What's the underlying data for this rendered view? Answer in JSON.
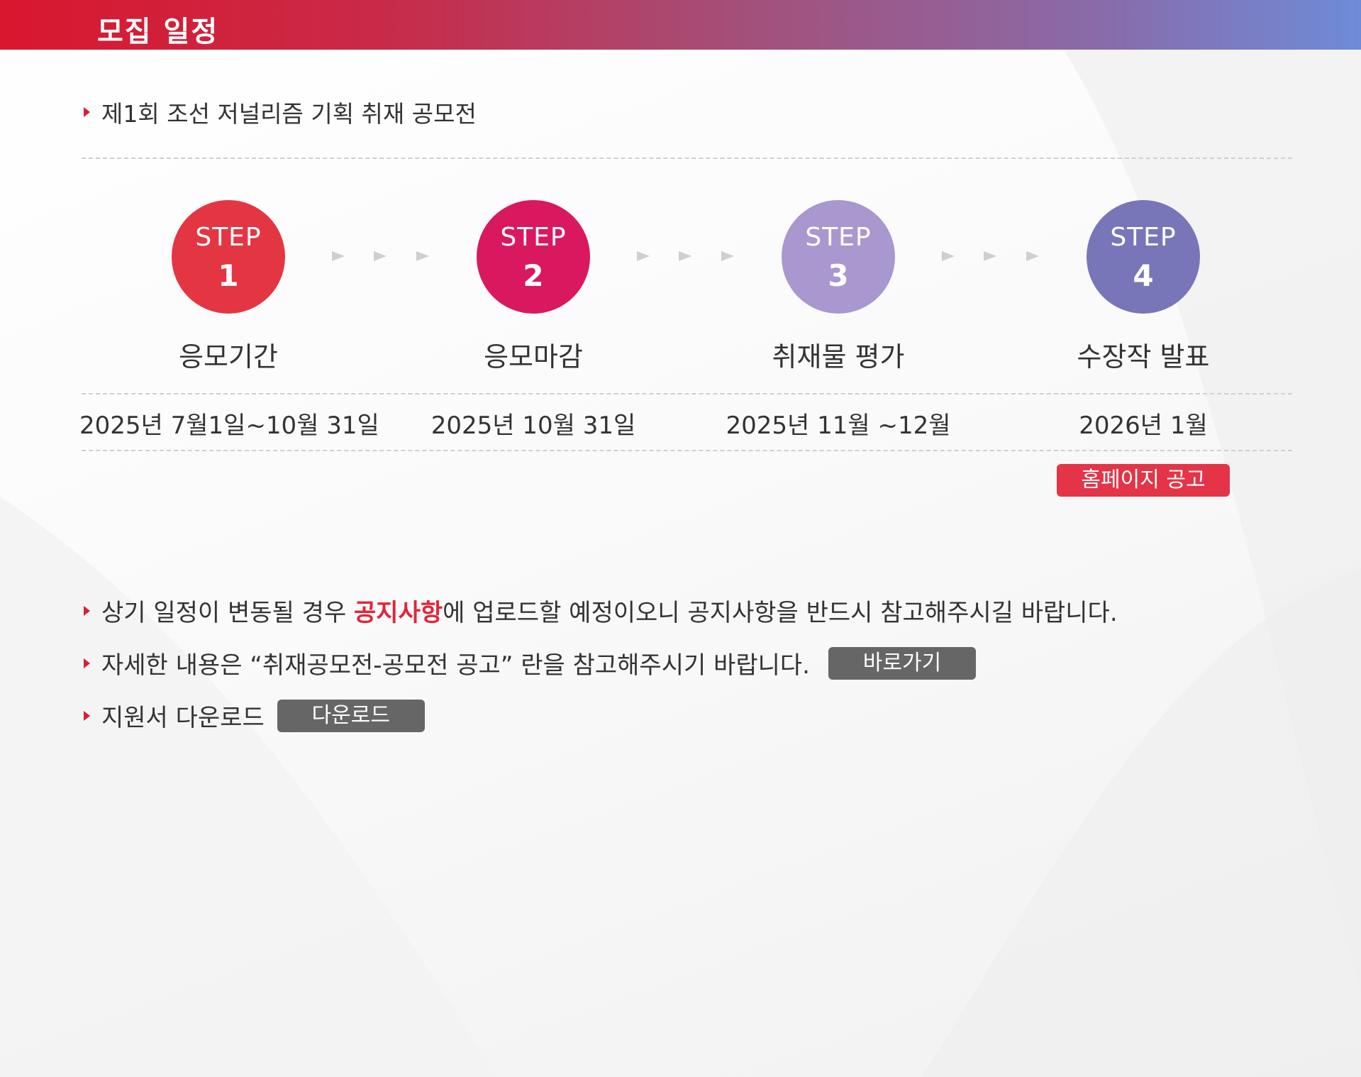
{
  "header": {
    "title": "모집 일정"
  },
  "contest": {
    "name": "제1회 조선 저널리즘 기획 취재 공모전"
  },
  "steps": [
    {
      "word": "STEP",
      "number": "1",
      "label": "응모기간",
      "date": "2025년 7월1일~10월 31일",
      "color": "#e43543"
    },
    {
      "word": "STEP",
      "number": "2",
      "label": "응모마감",
      "date": "2025년 10월 31일",
      "color": "#d91860"
    },
    {
      "word": "STEP",
      "number": "3",
      "label": "취재물 평가",
      "date": "2025년 11월 ~12월",
      "color": "#a997cf"
    },
    {
      "word": "STEP",
      "number": "4",
      "label": "수장작 발표",
      "date": "2026년 1월",
      "color": "#7876b8"
    }
  ],
  "announcement": {
    "badge": "홈페이지 공고"
  },
  "notes": {
    "line1_before": "상기 일정이 변동될 경우 ",
    "line1_highlight": "공지사항",
    "line1_after": "에 업로드할 예정이오니 공지사항을 반드시 참고해주시길 바랍니다.",
    "line2_text": "자세한 내용은 “취재공모전-공모전 공고” 란을 참고해주시기 바랍니다.",
    "line2_button": "바로가기",
    "line3_text": "지원서 다운로드",
    "line3_button": "다운로드"
  },
  "colors": {
    "accent": "#d61f37",
    "highlight": "#e0263b",
    "badge": "#e33448",
    "button_gray": "#666666",
    "arrow_gray": "#cfcfcf"
  }
}
